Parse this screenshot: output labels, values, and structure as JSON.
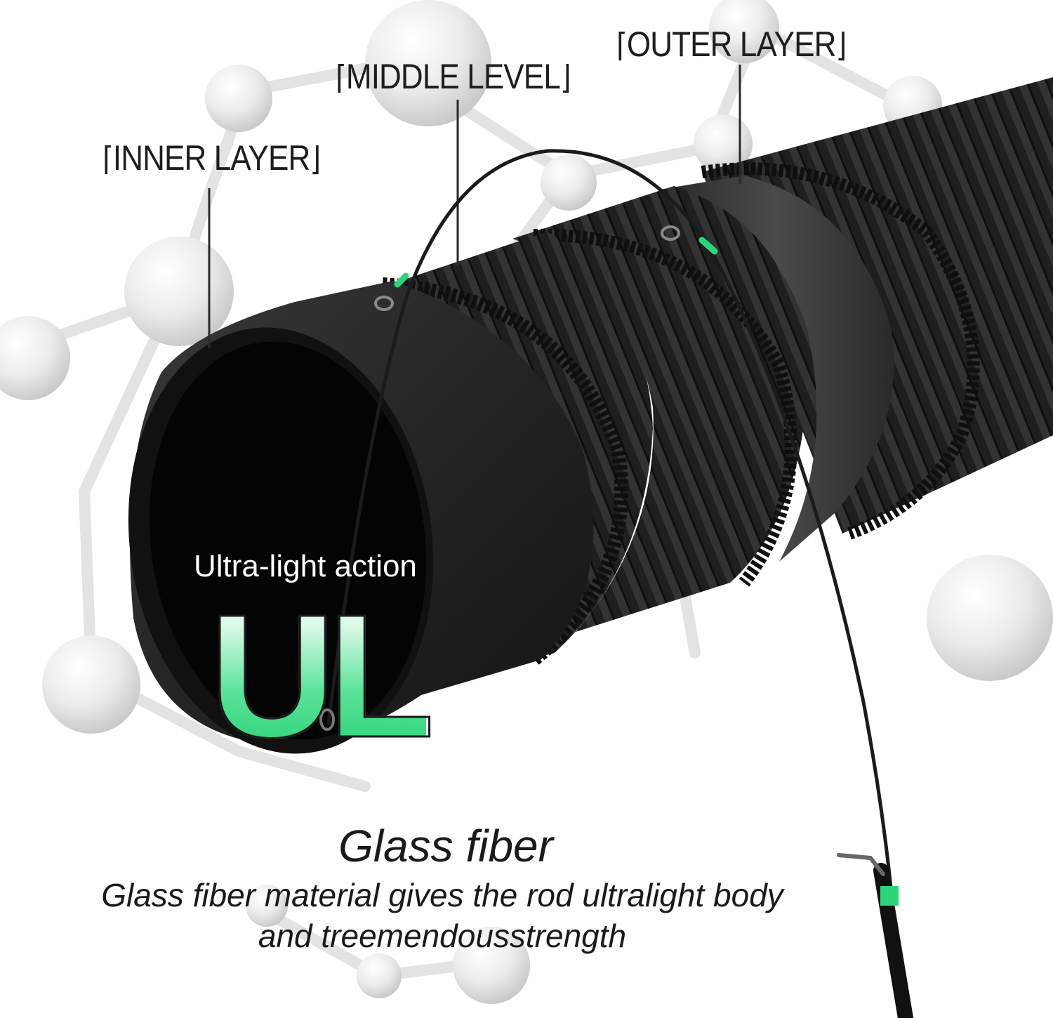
{
  "labels": {
    "outer": "OUTER LAYER",
    "middle": "MIDDLE LEVEL",
    "inner": "INNER LAYER"
  },
  "action": {
    "caption": "Ultra-light action",
    "code": "UL"
  },
  "feature": {
    "title": "Glass fiber",
    "description_line1": "Glass fiber material gives the rod ultralight body",
    "description_line2": "and treemendousstrength"
  },
  "colors": {
    "accent_green": "#2ed47a",
    "tube_black": "#1c1c1c",
    "background": "#ffffff"
  }
}
